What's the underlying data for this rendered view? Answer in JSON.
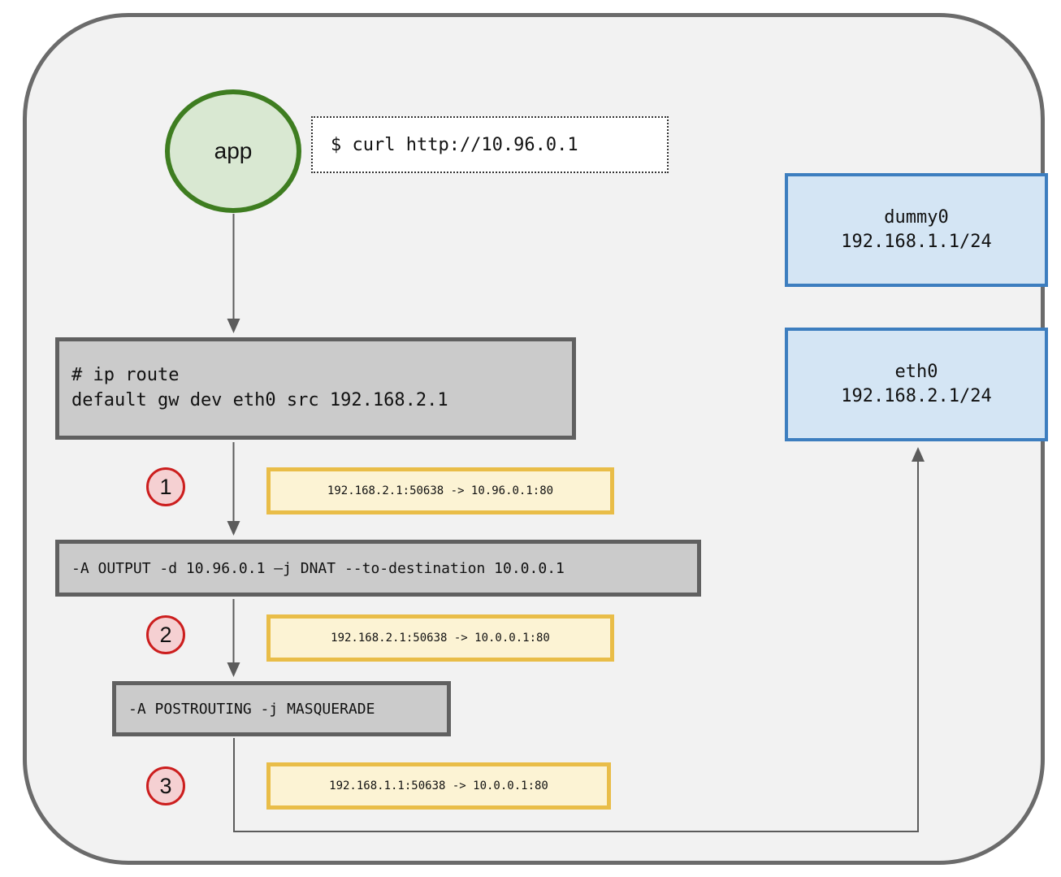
{
  "app": {
    "label": "app"
  },
  "command": {
    "text": "$ curl http://10.96.0.1"
  },
  "interfaces": [
    {
      "name": "dummy0",
      "address": "192.168.1.1/24"
    },
    {
      "name": "eth0",
      "address": "192.168.2.1/24"
    }
  ],
  "routing": {
    "line1": "# ip route",
    "line2": "default gw dev eth0 src 192.168.2.1"
  },
  "rules": [
    {
      "text": "-A OUTPUT -d 10.96.0.1 –j DNAT --to-destination 10.0.0.1"
    },
    {
      "text": "-A POSTROUTING -j MASQUERADE"
    }
  ],
  "steps": [
    {
      "number": "1",
      "flow": "192.168.2.1:50638 -> 10.96.0.1:80"
    },
    {
      "number": "2",
      "flow": "192.168.2.1:50638 -> 10.0.0.1:80"
    },
    {
      "number": "3",
      "flow": "192.168.1.1:50638 -> 10.0.0.1:80"
    }
  ],
  "colors": {
    "host_background": "#f2f2f2",
    "host_border": "#6b6b6b",
    "app_fill": "#d9e8d2",
    "app_border": "#3e7d20",
    "interface_fill": "#d4e5f4",
    "interface_border": "#3d7ebf",
    "rule_fill": "#cbcbcb",
    "rule_border": "#606060",
    "flow_fill": "#fcf3d4",
    "flow_border": "#e9bd48",
    "step_fill": "#f5d0d2",
    "step_border": "#cc1e1e",
    "arrow": "#5c5c5c"
  }
}
